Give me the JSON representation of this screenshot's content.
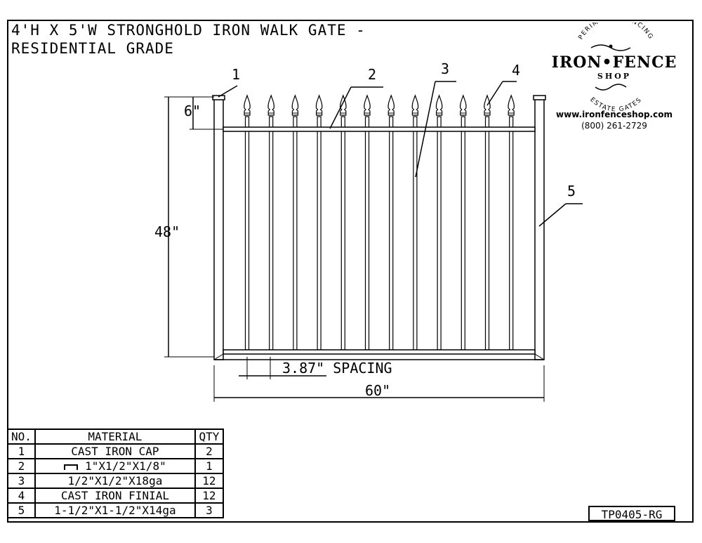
{
  "title": {
    "line1": "4'H X 5'W STRONGHOLD IRON WALK GATE -",
    "line2": "RESIDENTIAL GRADE"
  },
  "logo": {
    "top_arc": "PERIMETER FENCING",
    "main": "IRON•FENCE",
    "sub": "SHOP",
    "bottom_arc": "ESTATE GATES",
    "url": "www.ironfenceshop.com",
    "phone": "(800) 261-2729"
  },
  "dimensions": {
    "finial_height": "6\"",
    "gate_height": "48\"",
    "spacing": "3.87\" SPACING",
    "gate_width": "60\""
  },
  "callouts": [
    "1",
    "2",
    "3",
    "4",
    "5"
  ],
  "drawing": {
    "picket_count": 12
  },
  "bom": {
    "headers": [
      "NO.",
      "MATERIAL",
      "QTY"
    ],
    "rows": [
      {
        "no": "1",
        "material": "CAST IRON CAP",
        "qty": "2"
      },
      {
        "no": "2",
        "material": "1\"X1/2\"X1/8\"",
        "qty": "1"
      },
      {
        "no": "3",
        "material": "1/2\"X1/2\"X18ga",
        "qty": "12"
      },
      {
        "no": "4",
        "material": "CAST IRON FINIAL",
        "qty": "12"
      },
      {
        "no": "5",
        "material": "1-1/2\"X1-1/2\"X14ga",
        "qty": "3"
      }
    ]
  },
  "drawing_number": "TP0405-RG"
}
